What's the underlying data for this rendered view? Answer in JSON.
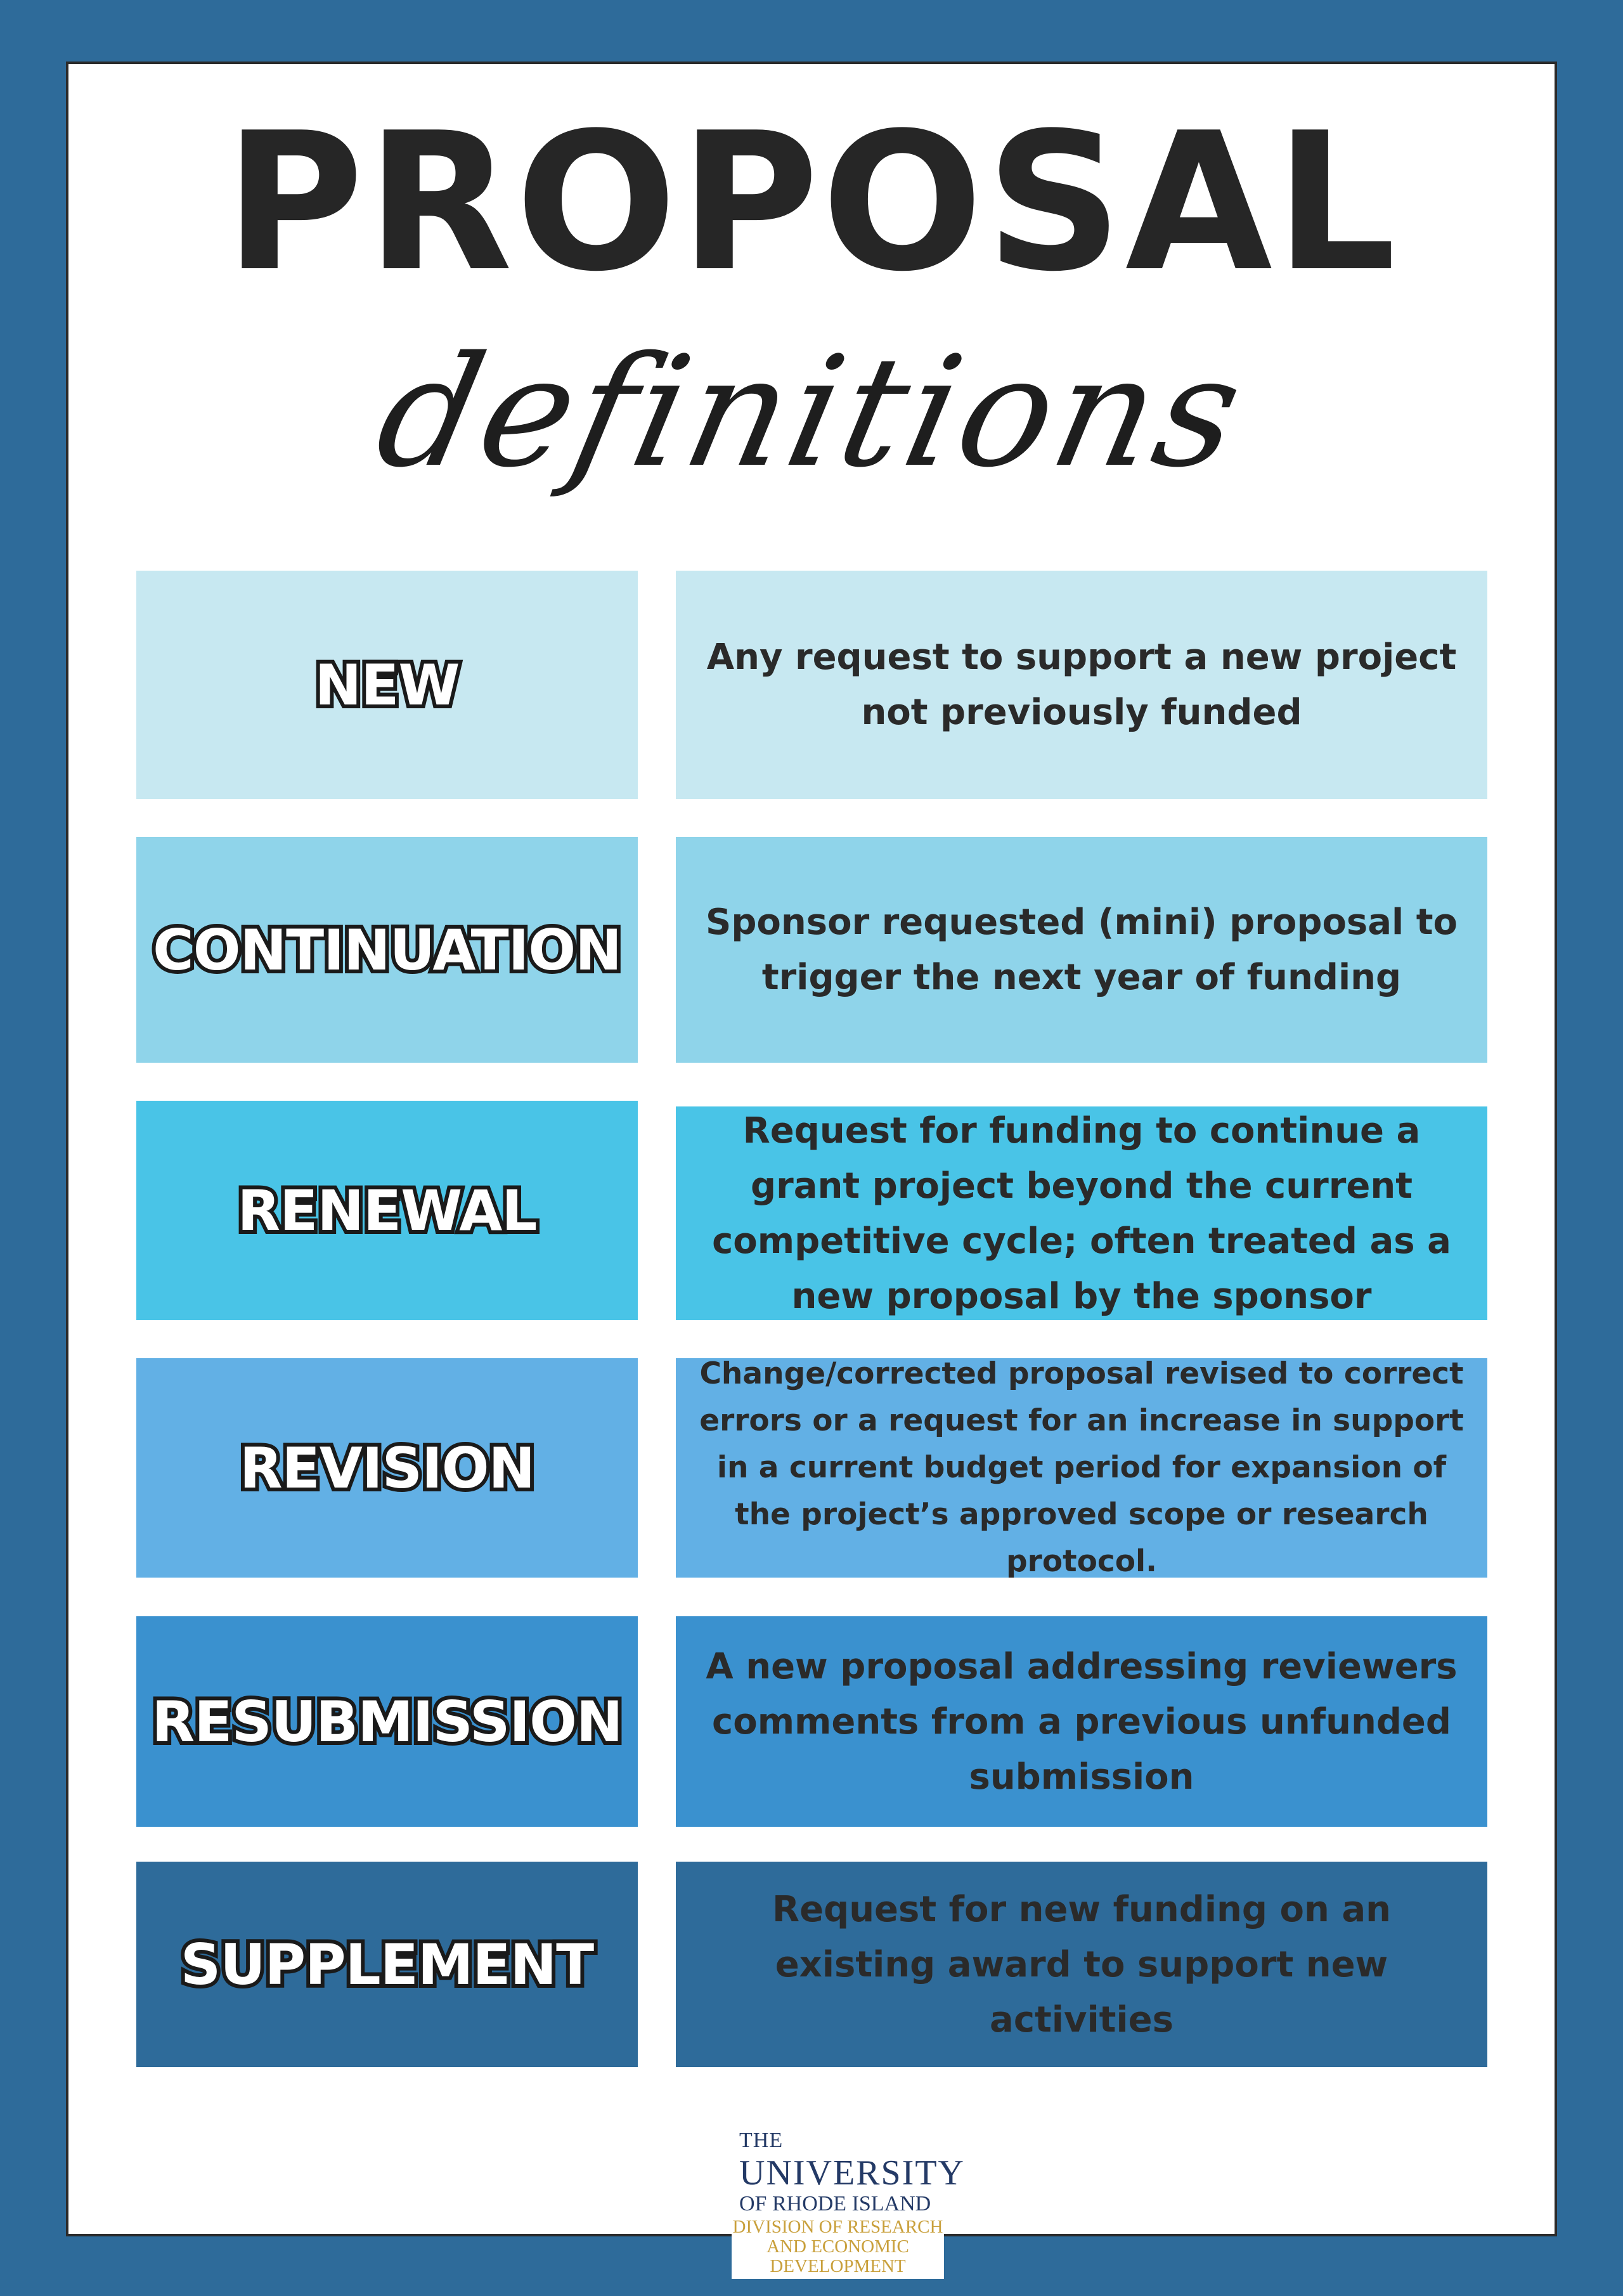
{
  "colors": {
    "frame": "#2e6b9a",
    "panel": "#ffffff",
    "text": "#262626",
    "logo_navy": "#243a66",
    "logo_gold": "#c9a03c"
  },
  "header": {
    "title": "PROPOSAL",
    "subtitle": "definitions"
  },
  "rows": [
    {
      "label": "NEW",
      "definition": "Any request to support a new project not previously funded",
      "color": "#c7e8f1"
    },
    {
      "label": "CONTINUATION",
      "definition": "Sponsor requested (mini) proposal to trigger the next year of funding",
      "color": "#8fd4ea"
    },
    {
      "label": "RENEWAL",
      "definition": "Request for funding to continue a grant project beyond the current competitive cycle; often treated as a new proposal by the sponsor",
      "color": "#49c4e7"
    },
    {
      "label": "REVISION",
      "definition": "Change/corrected proposal revised to correct errors or a request for an increase in support in a current budget period for expansion of the project’s approved scope or research protocol.",
      "color": "#62b0e5"
    },
    {
      "label": "RESUBMISSION",
      "definition": "A new proposal addressing reviewers comments from a previous unfunded submission",
      "color": "#3a91cf"
    },
    {
      "label": "SUPPLEMENT",
      "definition": "Request for new funding on an existing award to support new activities",
      "color": "#2e6b9a"
    }
  ],
  "logo": {
    "line1": "THE",
    "line2": "UNIVERSITY",
    "line3": "OF RHODE ISLAND",
    "line4": "DIVISION OF RESEARCH AND ECONOMIC DEVELOPMENT"
  }
}
